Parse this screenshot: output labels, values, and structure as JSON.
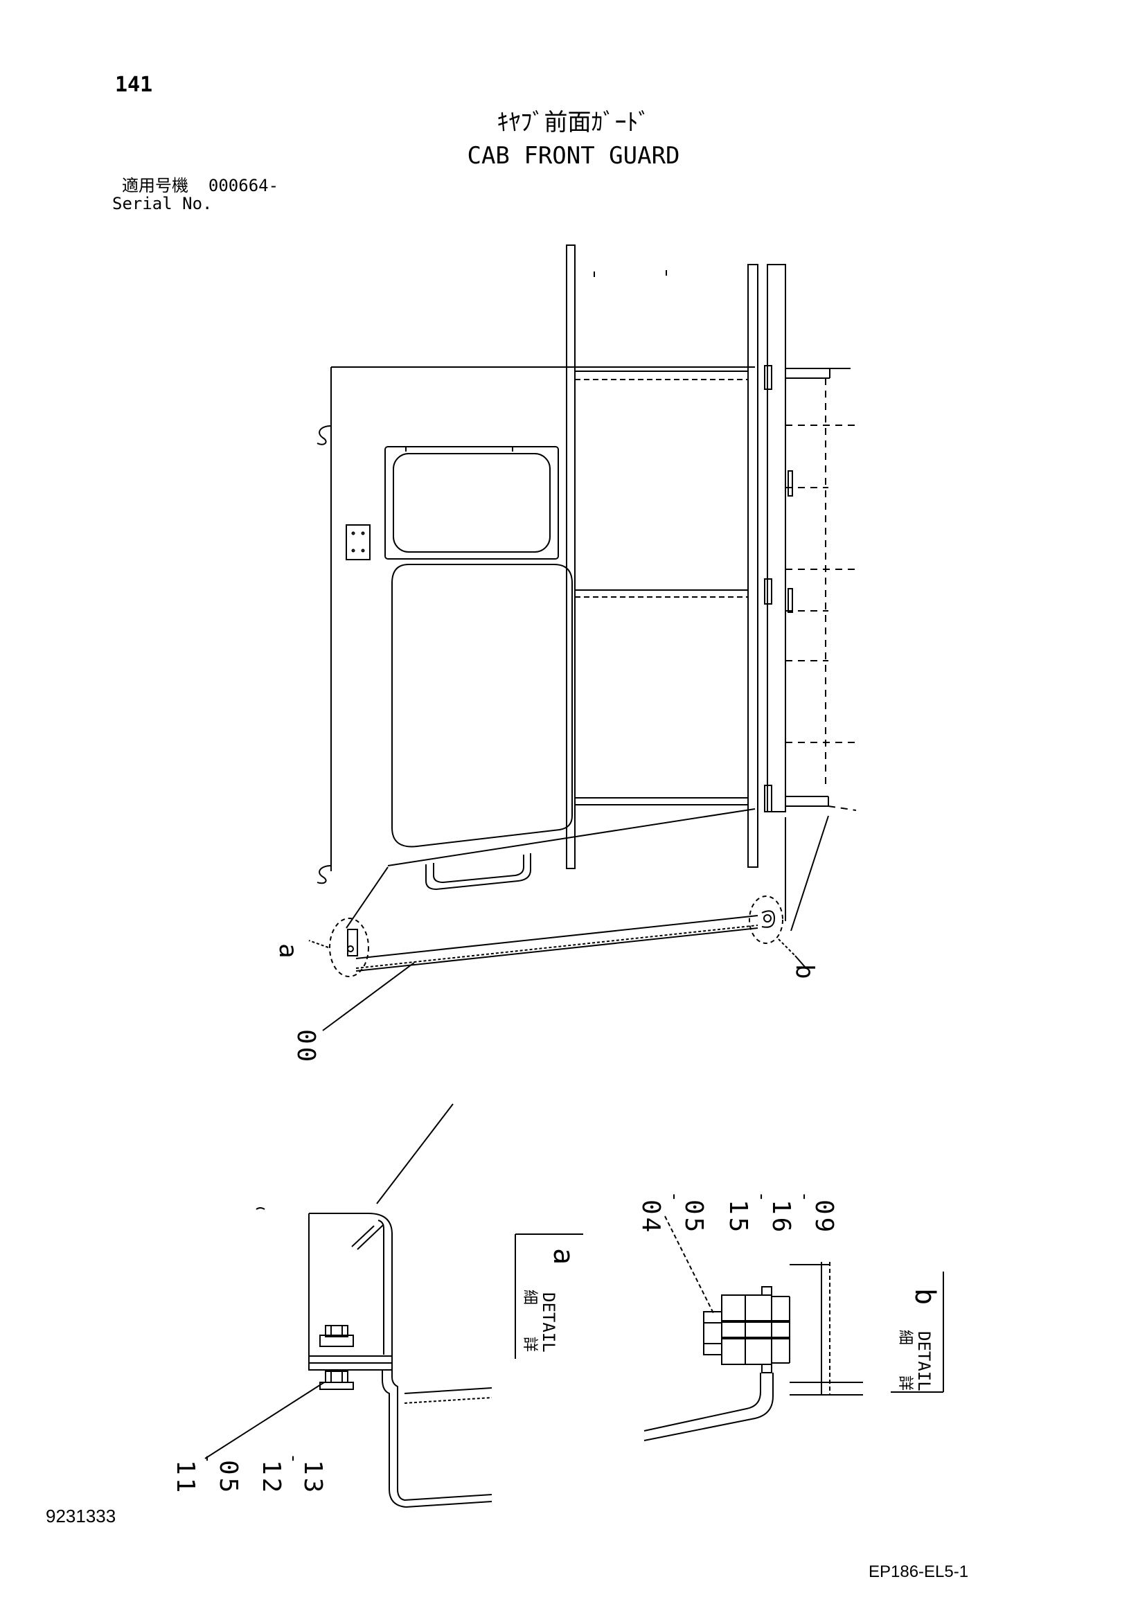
{
  "page_number": "141",
  "title_jp": "ｷﾔﾌﾞ前面ｶﾞｰﾄﾞ",
  "title_en": "CAB FRONT GUARD",
  "serial_label_jp": "適用号機",
  "serial_value": "000664-",
  "serial_label_en": "Serial No.",
  "callouts": {
    "a": "a",
    "b": "b",
    "main_part": "00",
    "detail_a_parts": [
      "11",
      "05",
      "12",
      "13"
    ],
    "detail_b_parts": [
      "04",
      "05",
      "15",
      "16",
      "09"
    ]
  },
  "detail_a": {
    "jp1": "詳",
    "jp2": "細",
    "en": "DETAIL",
    "letter": "a"
  },
  "detail_b": {
    "jp1": "詳",
    "jp2": "細",
    "en": "DETAIL",
    "letter": "b"
  },
  "document_number": "9231333",
  "reference_code": "EP186-EL5-1"
}
